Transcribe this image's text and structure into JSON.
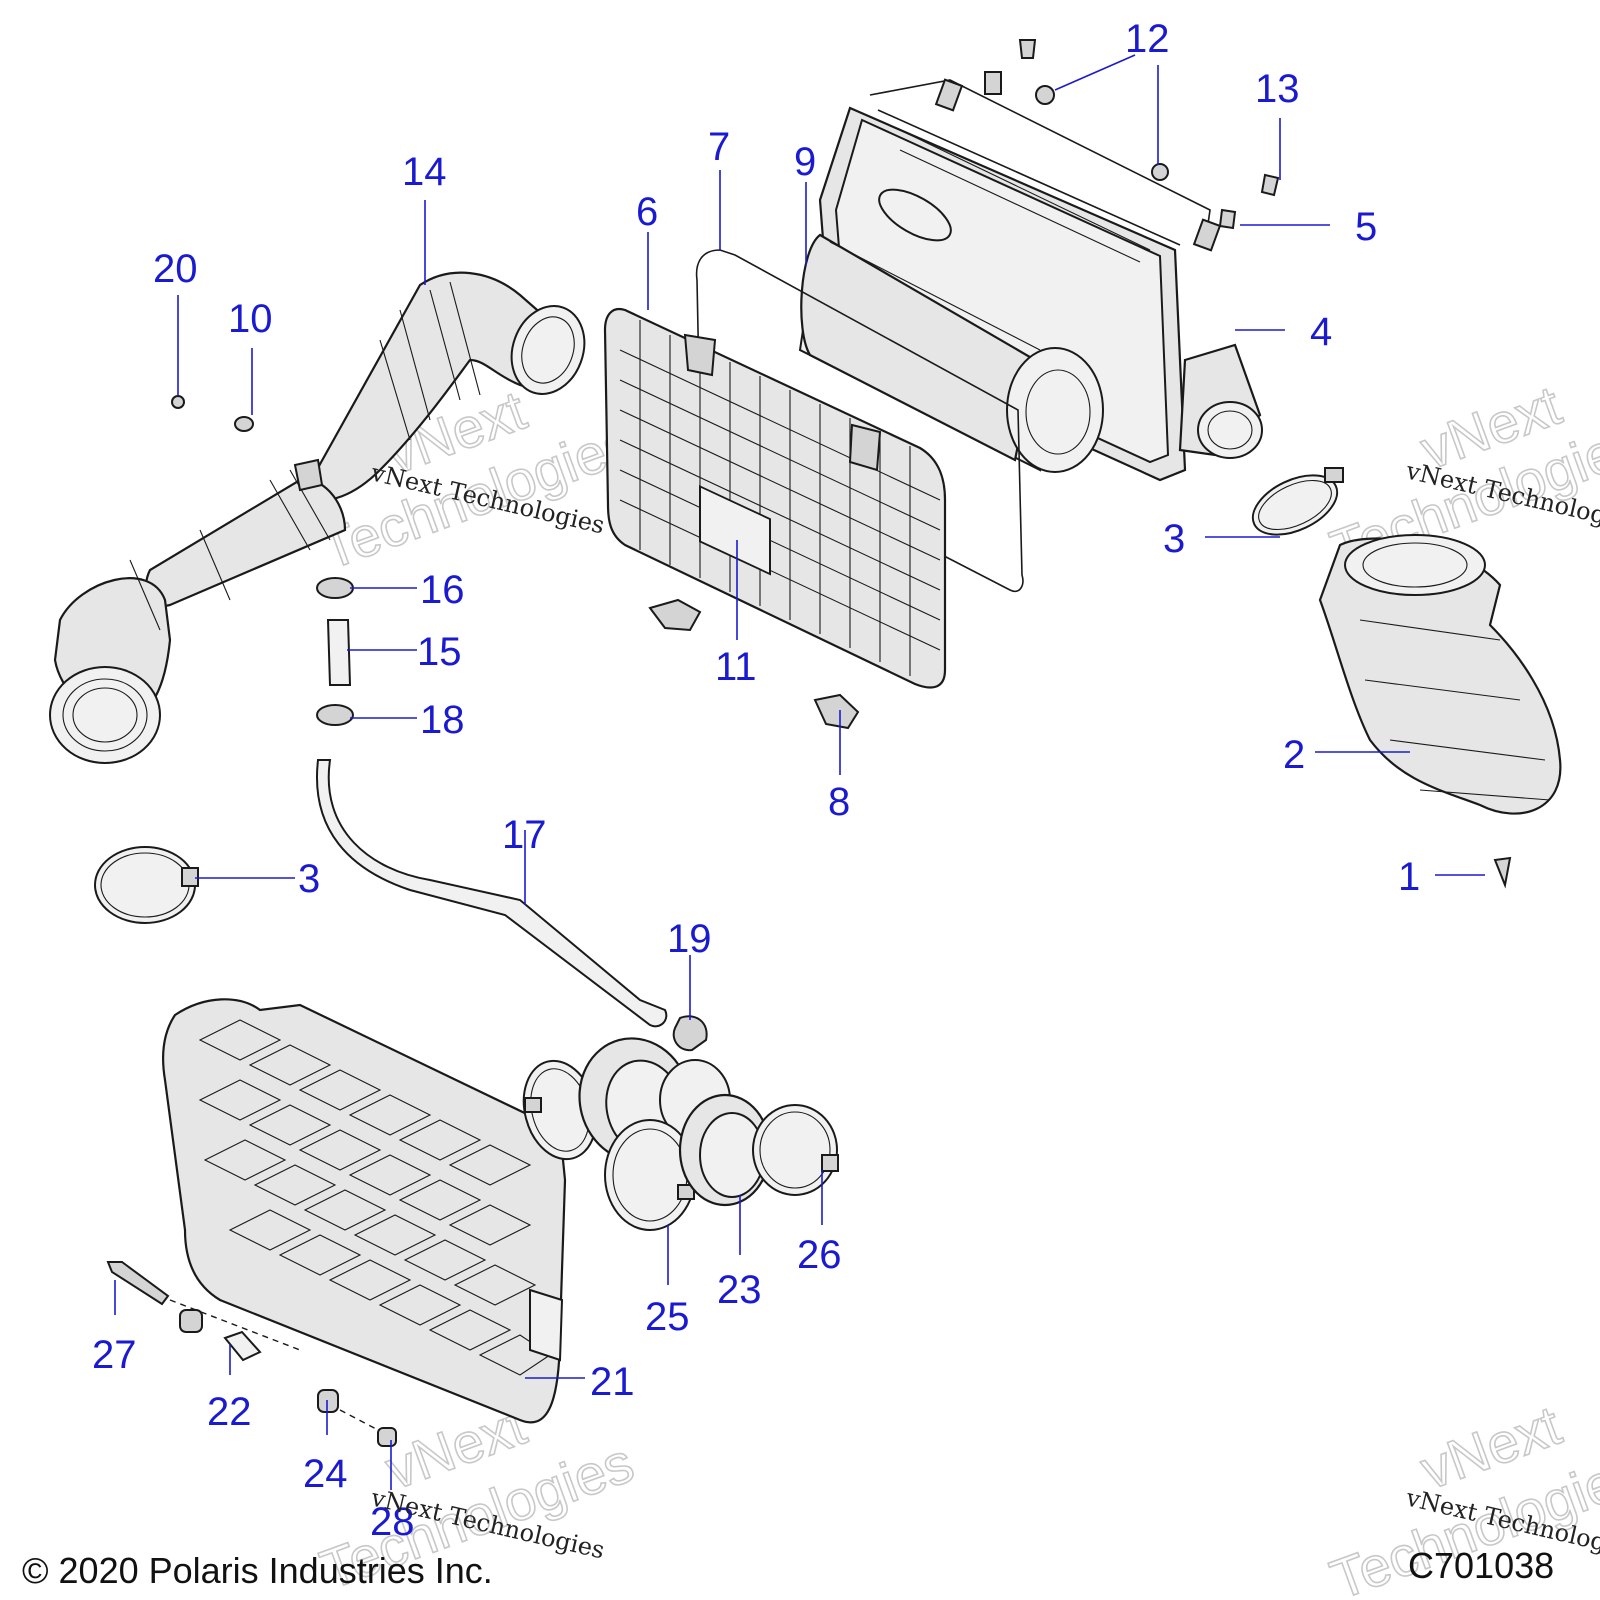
{
  "callouts": [
    "1",
    "2",
    "3",
    "3",
    "4",
    "5",
    "6",
    "7",
    "8",
    "9",
    "10",
    "11",
    "12",
    "13",
    "14",
    "15",
    "16",
    "17",
    "18",
    "19",
    "20",
    "21",
    "22",
    "23",
    "24",
    "25",
    "26",
    "27",
    "28"
  ],
  "watermark": {
    "line1": "vNext Technologies",
    "line2": "vNext",
    "line3": "Technologies"
  },
  "footer": {
    "copyright": "© 2020 Polaris Industries Inc.",
    "code": "C701038"
  },
  "colors": {
    "callout": "#1a1ad0",
    "part_fill": "#e6e6e6",
    "outline": "#1a1a1a"
  }
}
